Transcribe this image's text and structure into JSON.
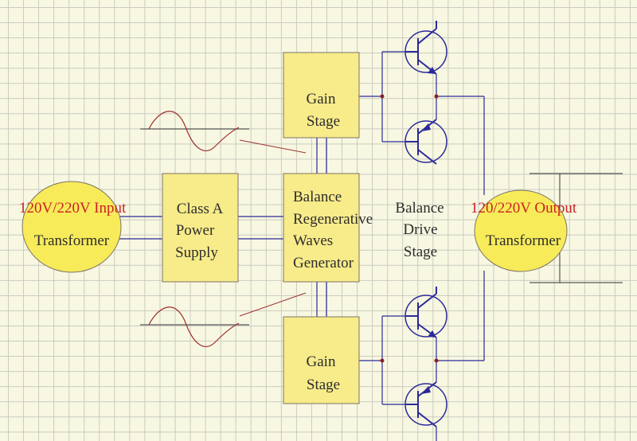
{
  "colors": {
    "background": "#f8f8e2",
    "grid": "#c9c9c0",
    "block_fill": "#f7eb8a",
    "transformer_fill": "#f7eb5a",
    "wire": "#2a2a9a",
    "waveform": "#9c3030",
    "red_label": "#cc2222"
  },
  "input_transformer": {
    "voltage": "120V/220V Input",
    "name": "Transformer"
  },
  "power_supply": {
    "line1": "Class A",
    "line2": "Power",
    "line3": "Supply"
  },
  "generator": {
    "line1": "Balance",
    "line2": "Regenerative",
    "line3": "Waves",
    "line4": "Generator"
  },
  "gain_stage_top": {
    "line1": "Gain",
    "line2": "Stage"
  },
  "gain_stage_bottom": {
    "line1": "Gain",
    "line2": "Stage"
  },
  "drive_stage": {
    "line1": "Balance",
    "line2": "Drive",
    "line3": "Stage"
  },
  "output_transformer": {
    "voltage": "120/220V Output",
    "name": "Transformer"
  }
}
